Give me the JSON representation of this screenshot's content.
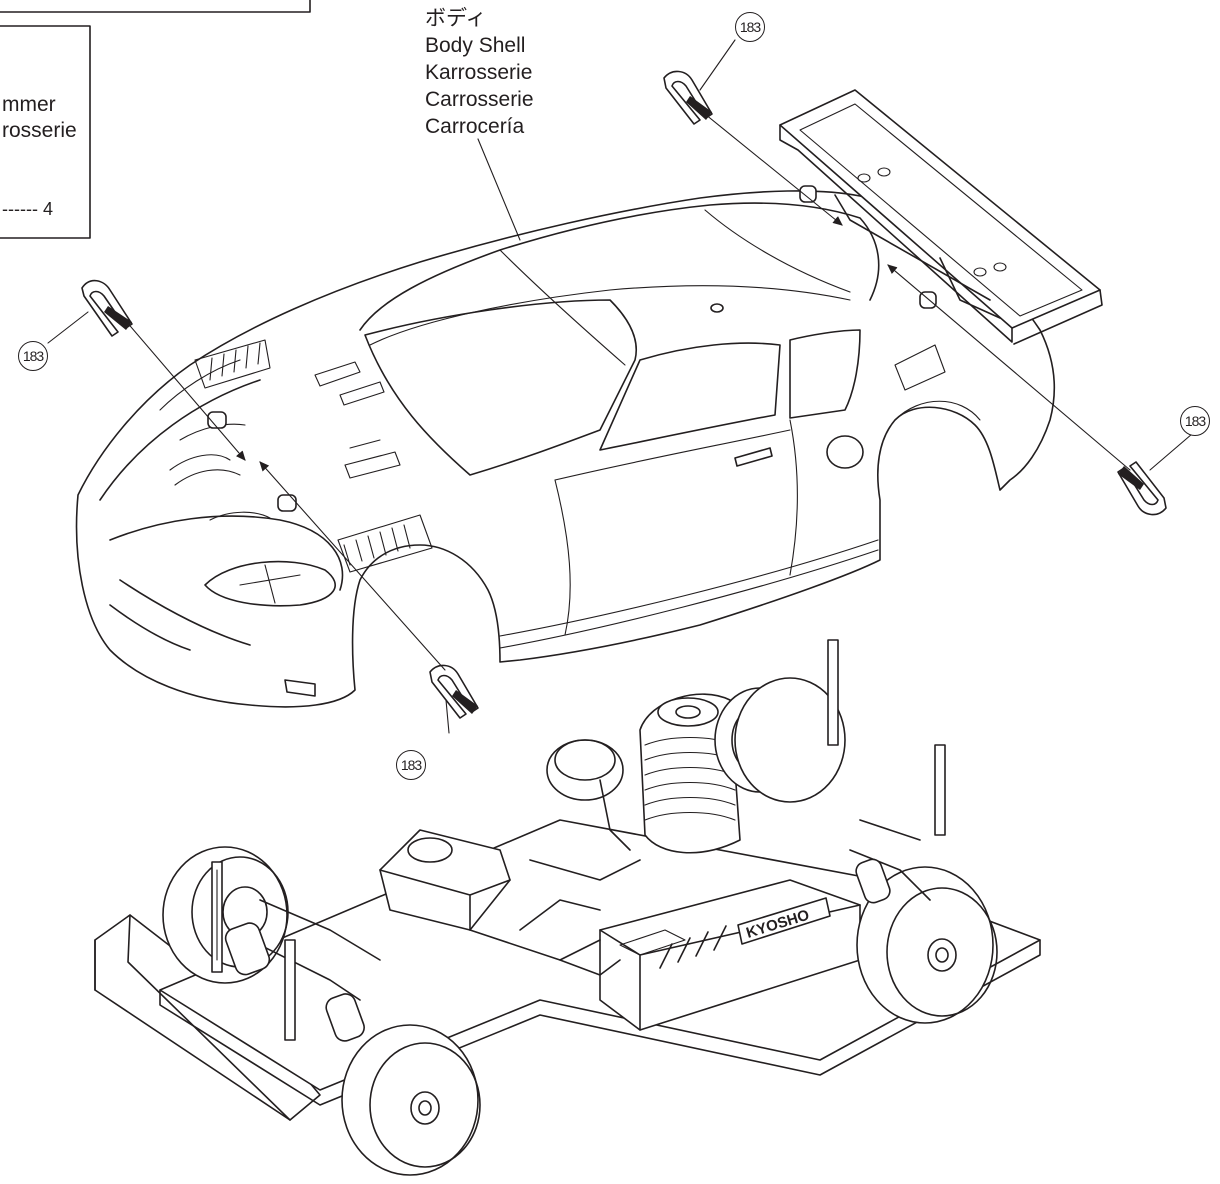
{
  "legend_box": {
    "line_1": "mmer",
    "line_2": "rosserie",
    "quantity_leader": "------ 4"
  },
  "body_label": {
    "japanese": "ボディ",
    "english": "Body Shell",
    "german": "Karrosserie",
    "french": "Carrosserie",
    "spanish": "Carrocería"
  },
  "part_callouts": {
    "rear_left_clip": "183",
    "front_left_clip": "183",
    "front_bottom_clip": "183",
    "rear_right_clip": "183"
  },
  "chassis_logo": "KYOSHO",
  "icons": [
    "body-clip-icon",
    "body-shell-drawing",
    "rear-wing-drawing",
    "chassis-drawing"
  ]
}
